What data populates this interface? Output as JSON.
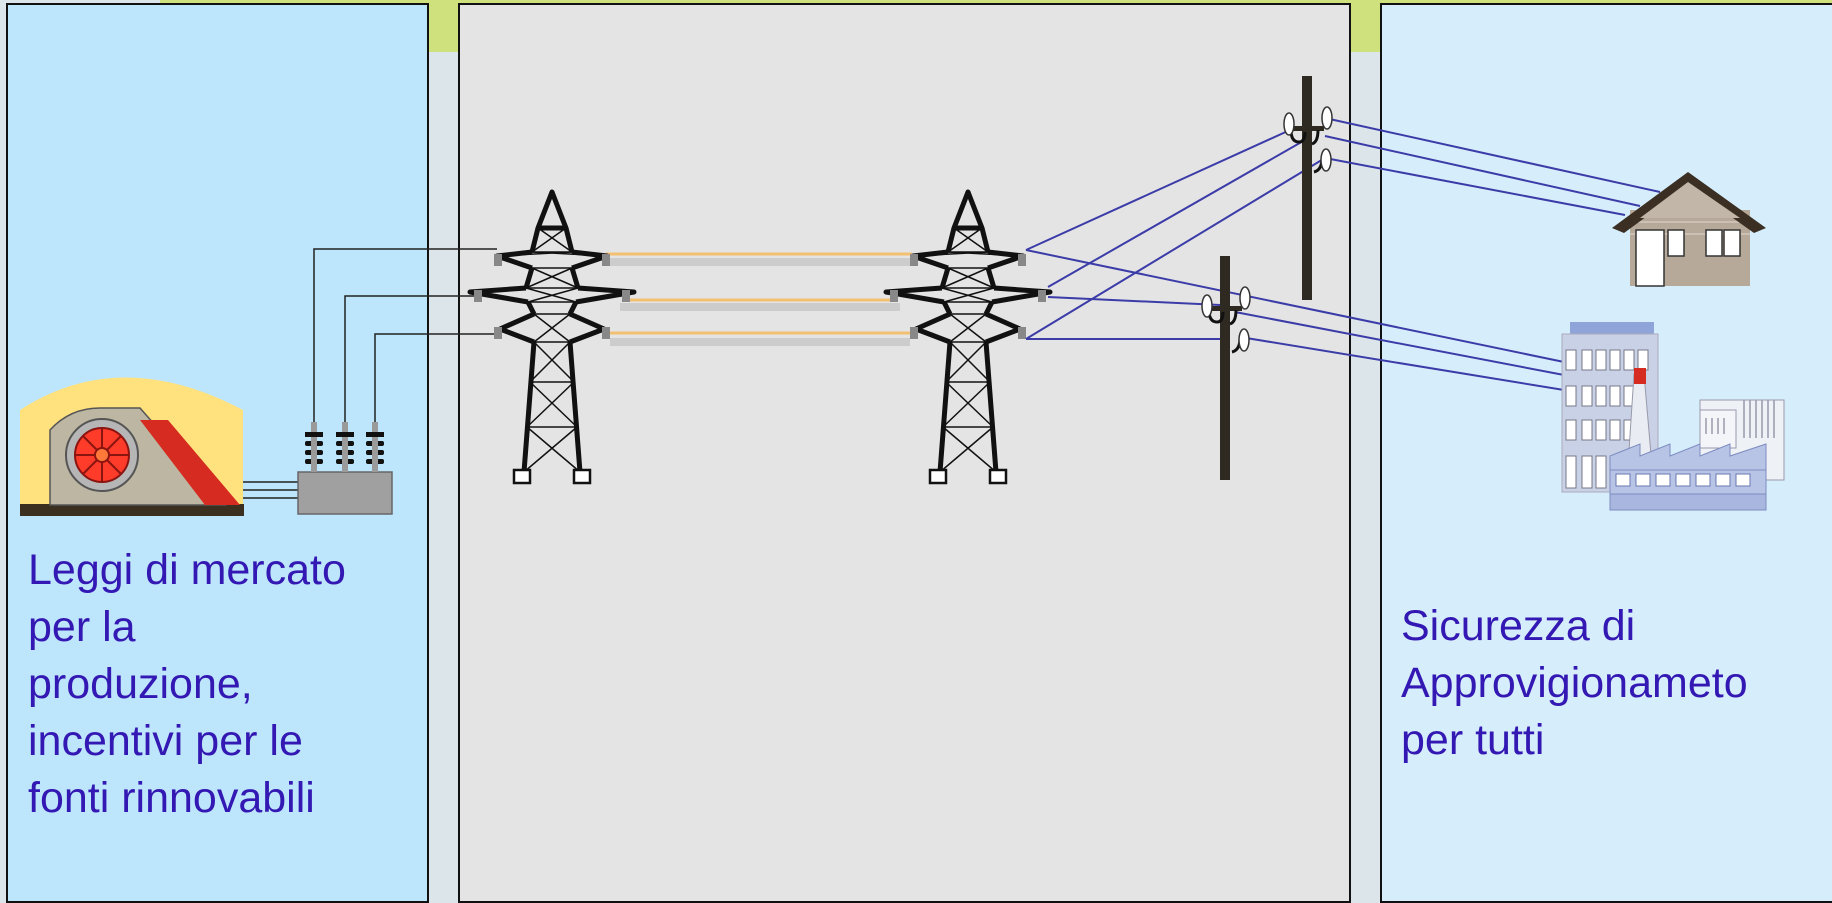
{
  "panels": {
    "left": {
      "caption_lines": [
        "Leggi di mercato",
        "per la",
        "produzione,",
        "incentivi per le",
        "fonti rinnovabili"
      ]
    },
    "center": {},
    "right": {
      "caption_lines": [
        "Sicurezza di",
        "Approvigionameto",
        "per tutti"
      ]
    }
  },
  "icons": [
    "hydro-turbine-icon",
    "transformer-icon",
    "transmission-tower-icon",
    "utility-pole-icon",
    "house-icon",
    "factory-icon",
    "office-building-icon"
  ],
  "colors": {
    "caption_text": "#3318b3",
    "left_panel": "#bde6fc",
    "center_panel": "#e4e4e4",
    "right_panel": "#d6eefb",
    "accent_strip": "#cfe17c",
    "hv_line": "#f2c070",
    "distribution_line": "#3b3ca8"
  }
}
